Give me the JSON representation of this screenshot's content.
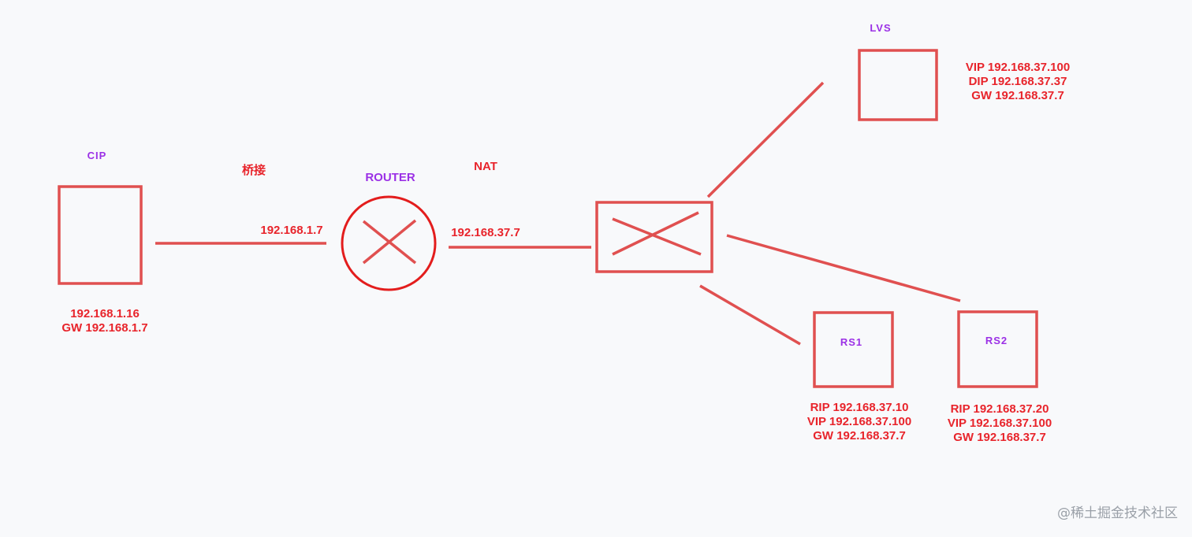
{
  "colors": {
    "shape": "#e05050",
    "circle": "#e31d1d",
    "text_red": "#e8242b",
    "text_purple": "#9b30e6",
    "background": "#f8f9fb"
  },
  "nodes": {
    "cip": {
      "title": "CIP",
      "ip": "192.168.1.16",
      "gw": "GW 192.168.1.7"
    },
    "router": {
      "title": "ROUTER",
      "left_ip": "192.168.1.7",
      "right_ip": "192.168.37.7",
      "left_link_label": "桥接",
      "right_link_label": "NAT"
    },
    "lvs": {
      "title": "LVS",
      "vip": "VIP 192.168.37.100",
      "dip": "DIP 192.168.37.37",
      "gw": "GW 192.168.37.7"
    },
    "rs1": {
      "title": "RS1",
      "rip": "RIP 192.168.37.10",
      "vip": "VIP 192.168.37.100",
      "gw": "GW 192.168.37.7"
    },
    "rs2": {
      "title": "RS2",
      "rip": "RIP 192.168.37.20",
      "vip": "VIP 192.168.37.100",
      "gw": "GW 192.168.37.7"
    }
  },
  "watermark": "@稀土掘金技术社区"
}
